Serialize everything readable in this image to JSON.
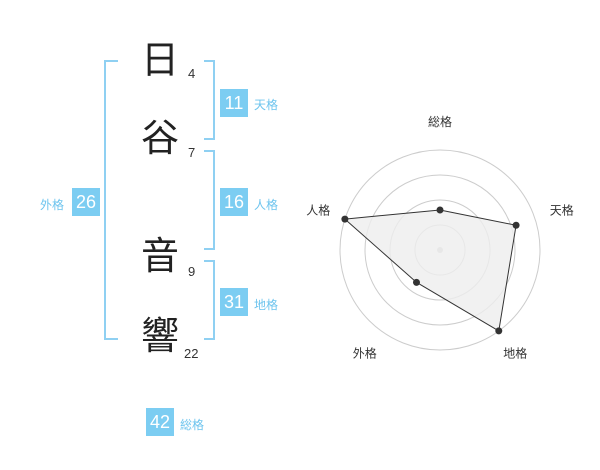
{
  "name": {
    "chars": [
      {
        "char": "日",
        "strokes": "4"
      },
      {
        "char": "谷",
        "strokes": "7"
      },
      {
        "char": "音",
        "strokes": "9"
      },
      {
        "char": "響",
        "strokes": "22"
      }
    ]
  },
  "fortunes": {
    "tenkaku": {
      "value": "11",
      "label": "天格"
    },
    "jinkaku": {
      "value": "16",
      "label": "人格"
    },
    "chikaku": {
      "value": "31",
      "label": "地格"
    },
    "gaikaku": {
      "value": "26",
      "label": "外格"
    },
    "soukaku": {
      "value": "42",
      "label": "総格"
    }
  },
  "chart_data": {
    "type": "radar",
    "axes": [
      "総格",
      "天格",
      "地格",
      "外格",
      "人格"
    ],
    "values": [
      2,
      4,
      5,
      2,
      5
    ],
    "range": [
      0,
      5
    ],
    "rings": 4,
    "colors": {
      "fill": "#eeeeee",
      "stroke": "#333333",
      "grid": "#cccccc"
    }
  }
}
